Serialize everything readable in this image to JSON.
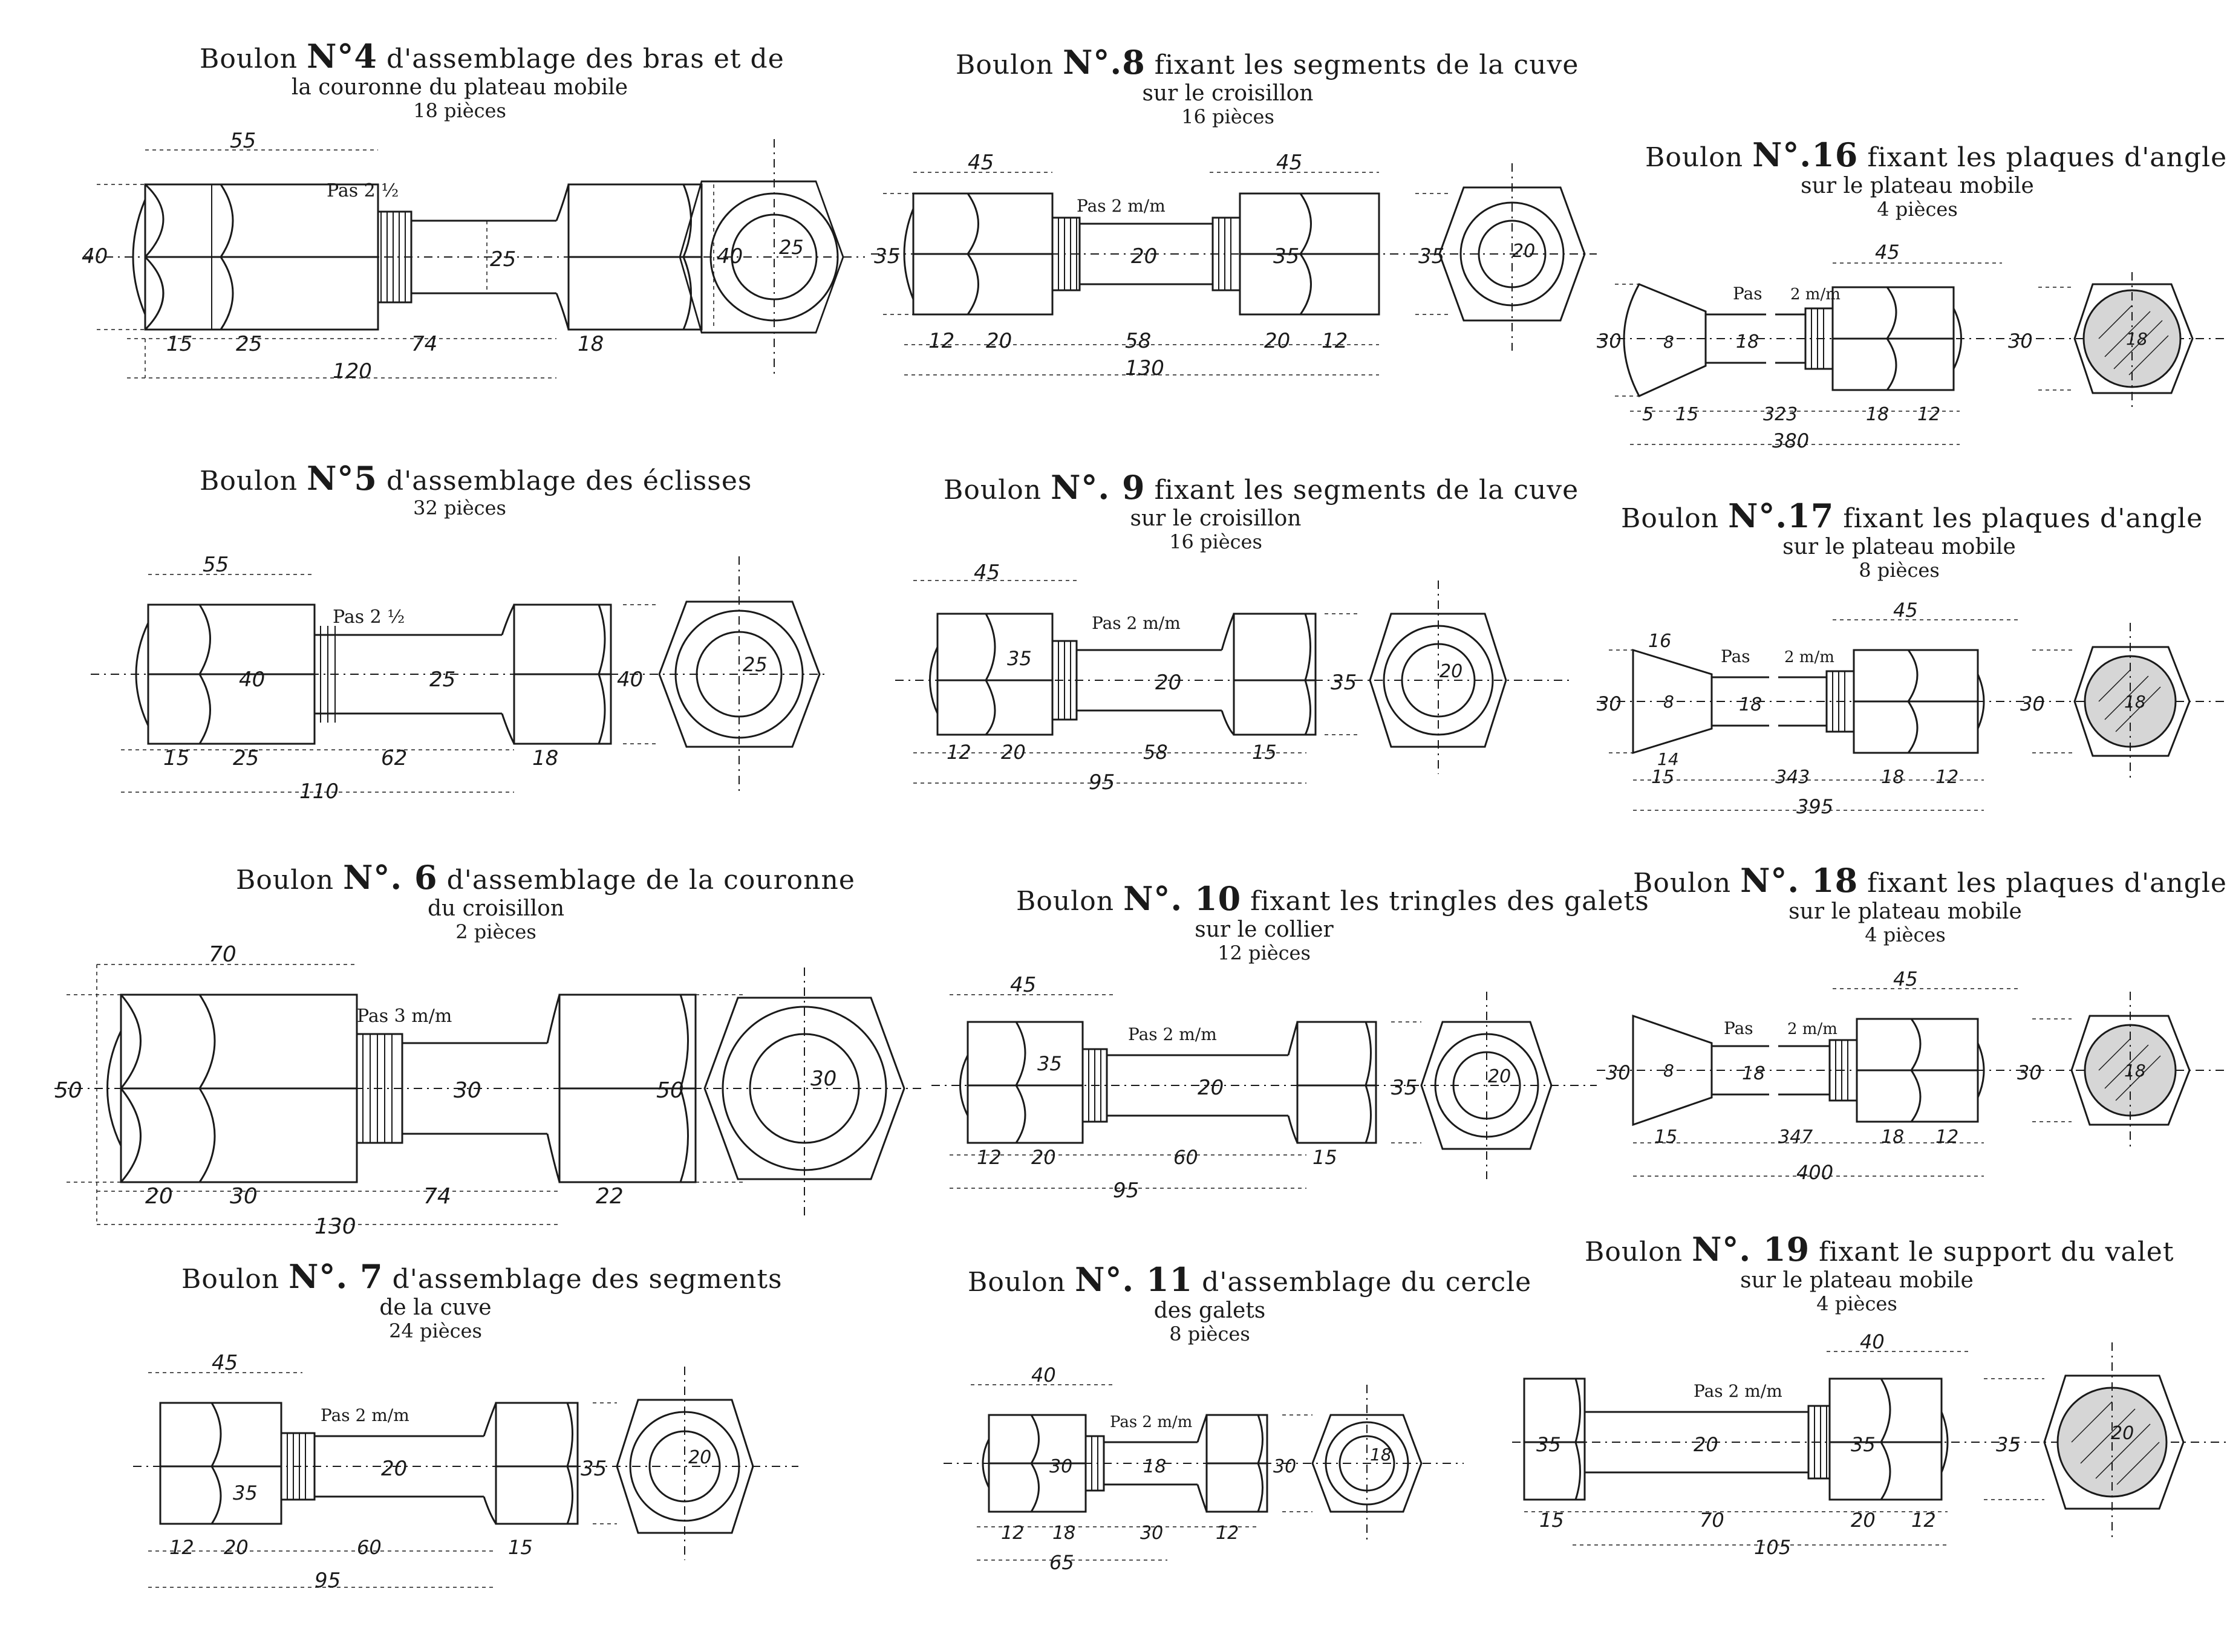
{
  "bolts": [
    {
      "id": "4",
      "lead": "Boulon",
      "no": "N°4",
      "desc1": "d'assemblage des bras et de",
      "desc2": "la couronne du plateau mobile",
      "count": "18 pièces",
      "pitch": "Pas 2 ½",
      "dims": {
        "head_len": "55",
        "dia_outer": "40",
        "thread_dia": "25",
        "nut_thread": "15",
        "nut_body": "25",
        "shank": "74",
        "head_th": "18",
        "total": "120",
        "head_h": "40",
        "hex_dia": "25"
      }
    },
    {
      "id": "8",
      "lead": "Boulon",
      "no": "N°.8",
      "desc1": "fixant les segments de la cuve",
      "desc2": "sur le croisillon",
      "count": "16 pièces",
      "pitch": "Pas 2 m/m",
      "dims": {
        "head_len": "45",
        "head_len_r": "45",
        "dia_outer": "35",
        "thread_dia": "20",
        "nut_thread": "12",
        "nut_body": "20",
        "shank": "58",
        "nut_r1": "20",
        "nut_r2": "12",
        "total": "130",
        "head_h": "35",
        "head_h_r": "35",
        "hex_dia": "20"
      }
    },
    {
      "id": "16",
      "lead": "Boulon",
      "no": "N°.16",
      "desc1": "fixant les plaques d'angle",
      "desc2": "sur le plateau mobile",
      "count": "4 pièces",
      "pitch": "Pas",
      "pitch2": "2 m/m",
      "dims": {
        "nut_len": "45",
        "cone_dia": "30",
        "sq": "8",
        "shank_dia": "18",
        "a": "5",
        "b": "15",
        "c": "323",
        "d": "18",
        "e": "12",
        "total": "380",
        "nut_h": "30",
        "hex_dia": "18"
      }
    },
    {
      "id": "5",
      "lead": "Boulon",
      "no": "N°5",
      "desc1": "d'assemblage des éclisses",
      "desc2": "",
      "count": "32 pièces",
      "pitch": "Pas 2 ½",
      "dims": {
        "head_len": "55",
        "dia_outer": "40",
        "thread_dia": "25",
        "nut_thread": "15",
        "nut_body": "25",
        "shank": "62",
        "head_th": "18",
        "total": "110",
        "head_h": "40",
        "hex_dia": "25"
      }
    },
    {
      "id": "9",
      "lead": "Boulon",
      "no": "N°. 9",
      "desc1": "fixant les segments de la cuve",
      "desc2": "sur le croisillon",
      "count": "16 pièces",
      "pitch": "Pas 2 m/m",
      "dims": {
        "head_len": "45",
        "dia_outer": "35",
        "thread_dia": "20",
        "nut_thread": "12",
        "nut_body": "20",
        "shank": "58",
        "head_th": "15",
        "total": "95",
        "head_h": "35",
        "hex_dia": "20"
      }
    },
    {
      "id": "17",
      "lead": "Boulon",
      "no": "N°.17",
      "desc1": "fixant les plaques d'angle",
      "desc2": "sur le plateau mobile",
      "count": "8 pièces",
      "pitch": "Pas",
      "pitch2": "2 m/m",
      "dims": {
        "nut_len": "45",
        "cone_top": "16",
        "cone_dia": "30",
        "sq": "8",
        "shank_dia": "18",
        "a": "14",
        "b": "15",
        "c": "343",
        "d": "18",
        "e": "12",
        "total": "395",
        "nut_h": "30",
        "hex_dia": "18"
      }
    },
    {
      "id": "6",
      "lead": "Boulon",
      "no": "N°. 6",
      "desc1": "d'assemblage de la couronne",
      "desc2": "du croisillon",
      "count": "2 pièces",
      "pitch": "Pas 3 m/m",
      "dims": {
        "head_len": "70",
        "dia_outer": "50",
        "thread_dia": "30",
        "nut_thread": "20",
        "nut_body": "30",
        "shank": "74",
        "head_th": "22",
        "total": "130",
        "head_h": "50",
        "hex_dia": "30"
      }
    },
    {
      "id": "10",
      "lead": "Boulon",
      "no": "N°. 10",
      "desc1": "fixant les tringles des galets",
      "desc2": "sur le collier",
      "count": "12 pièces",
      "pitch": "Pas 2 m/m",
      "dims": {
        "head_len": "45",
        "dia_outer": "35",
        "thread_dia": "20",
        "nut_thread": "12",
        "nut_body": "20",
        "shank": "60",
        "head_th": "15",
        "total": "95",
        "head_h": "35",
        "hex_dia": "20"
      }
    },
    {
      "id": "18",
      "lead": "Boulon",
      "no": "N°. 18",
      "desc1": "fixant les plaques d'angle",
      "desc2": "sur le plateau mobile",
      "count": "4 pièces",
      "pitch": "Pas",
      "pitch2": "2 m/m",
      "dims": {
        "nut_len": "45",
        "cone_dia": "30",
        "sq": "8",
        "shank_dia": "18",
        "a": "",
        "b": "15",
        "c": "347",
        "d": "18",
        "e": "12",
        "total": "400",
        "nut_h": "30",
        "hex_dia": "18"
      }
    },
    {
      "id": "7",
      "lead": "Boulon",
      "no": "N°. 7",
      "desc1": "d'assemblage des segments",
      "desc2": "de la cuve",
      "count": "24 pièces",
      "pitch": "Pas 2 m/m",
      "dims": {
        "head_len": "45",
        "dia_outer": "35",
        "thread_dia": "20",
        "nut_thread": "12",
        "nut_body": "20",
        "shank": "60",
        "head_th": "15",
        "total": "95",
        "head_h": "35",
        "hex_dia": "20"
      }
    },
    {
      "id": "11",
      "lead": "Boulon",
      "no": "N°. 11",
      "desc1": "d'assemblage du cercle",
      "desc2": "des galets",
      "count": "8 pièces",
      "pitch": "Pas 2 m/m",
      "dims": {
        "head_len": "40",
        "dia_outer": "30",
        "thread_dia": "18",
        "nut_thread": "12",
        "nut_body": "18",
        "shank": "30",
        "head_th": "12",
        "total": "65",
        "head_h": "30",
        "hex_dia": "18"
      }
    },
    {
      "id": "19",
      "lead": "Boulon",
      "no": "N°. 19",
      "desc1": "fixant le support du valet",
      "desc2": "sur le plateau mobile",
      "count": "4 pièces",
      "pitch": "Pas 2 m/m",
      "dims": {
        "head_len_r": "40",
        "head_h": "35",
        "shank_dia": "20",
        "head_th": "15",
        "shank": "70",
        "nut_r1": "20",
        "nut_r2": "12",
        "total": "105",
        "nut_h": "35",
        "nut_h2": "35",
        "hex_dia": "20"
      }
    }
  ]
}
